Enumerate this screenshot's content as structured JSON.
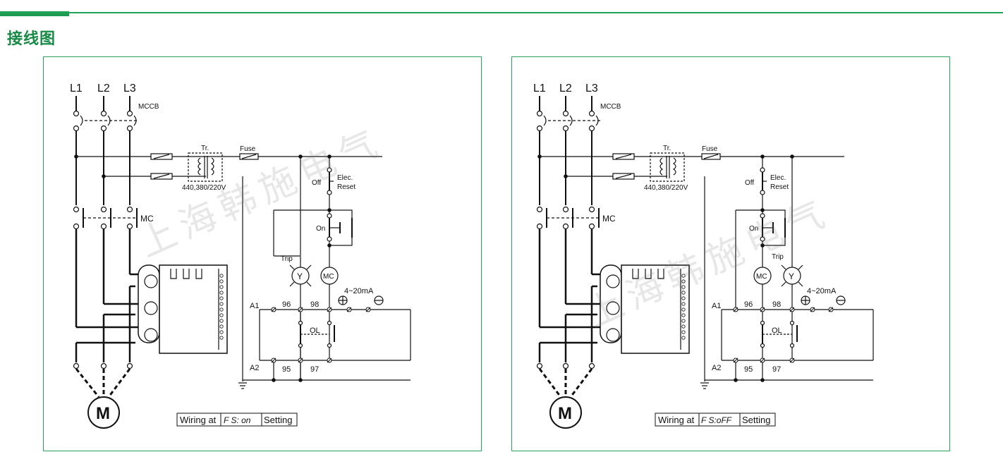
{
  "page": {
    "title": "接线图",
    "accent_color": "#1e9a4e"
  },
  "watermark": "上海韩施电气",
  "labels": {
    "l1": "L1",
    "l2": "L2",
    "l3": "L3",
    "mccb": "MCCB",
    "tr": "Tr.",
    "fuse": "Fuse",
    "voltage": "440,380/220V",
    "off": "Off",
    "elec": "Elec.",
    "reset": "Reset",
    "mc": "MC",
    "on": "On",
    "trip": "Trip",
    "y": "Y",
    "mc_coil": "MC",
    "current": "4~20mA",
    "a1": "A1",
    "a2": "A2",
    "t96": "96",
    "t98": "98",
    "t95": "95",
    "t97": "97",
    "ol": "OL",
    "motor": "M",
    "wiring_at": "Wiring at",
    "setting": "Setting"
  },
  "diagrams": [
    {
      "fs_display": "F S: on"
    },
    {
      "fs_display": "F S:oFF"
    }
  ]
}
